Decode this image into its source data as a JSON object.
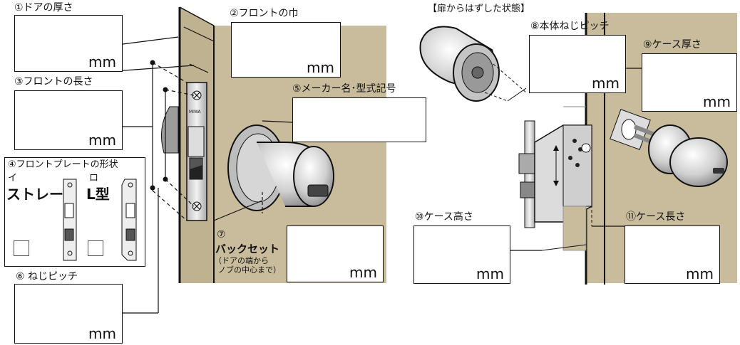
{
  "unit": "mm",
  "fields": {
    "door_thickness": "①ドアの厚さ",
    "front_width": "②フロントの巾",
    "front_length": "③フロントの長さ",
    "front_shape": "④フロントプレートの形状",
    "maker_model": "⑤メーカー名･型式記号",
    "screw_pitch": "⑥ ねじピッチ",
    "backset_title": "⑦",
    "backset_label": "バックセット",
    "backset_note_1": "（ドアの端から",
    "backset_note_2": "ノブの中心まで）",
    "body_screw_pitch": "⑧本体ねじピッチ",
    "case_thickness": "⑨ケース厚さ",
    "case_height": "⑩ケース高さ",
    "case_length": "⑪ケース長さ"
  },
  "removed_state": "【扉からはずした状態】",
  "shape_options": {
    "straight_mark": "イ",
    "straight_label": "ストレート",
    "l_mark": "ロ",
    "l_label": "L型"
  },
  "brand_mark": "MIWA",
  "colors": {
    "door": "#c8bc9c",
    "line": "#111111",
    "metal": "#d9d9d9"
  }
}
